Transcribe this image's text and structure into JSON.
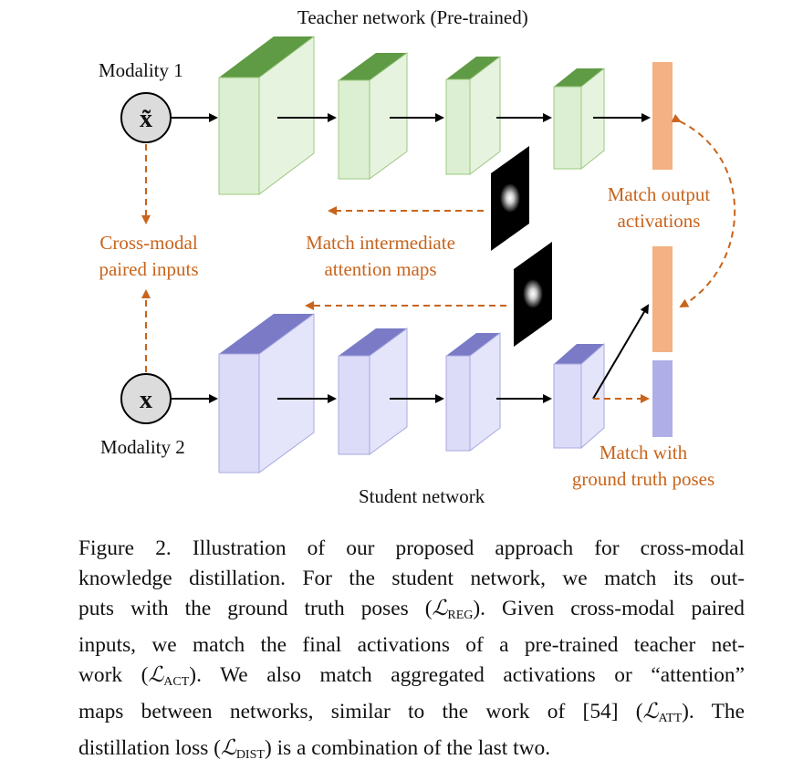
{
  "diagram": {
    "teacher_title": "Teacher network (Pre-trained)",
    "student_title": "Student network",
    "modality1": "Modality 1",
    "modality2": "Modality 2",
    "input_teacher_symbol": "x̃",
    "input_student_symbol": "x",
    "cross_modal": [
      "Cross-modal",
      "paired inputs"
    ],
    "match_intermediate": [
      "Match intermediate",
      "attention maps"
    ],
    "match_output": [
      "Match output",
      "activations"
    ],
    "match_gt": [
      "Match with",
      "ground truth poses"
    ],
    "colors": {
      "teacher_front": "#dcefd2",
      "teacher_top": "#5f9a45",
      "teacher_side": "#9cc87f",
      "student_front": "#dcdcf8",
      "student_top": "#7a7ac6",
      "student_side": "#a8a8e2",
      "output_orange": "#f4b183",
      "output_purple": "#b0aee6",
      "annotation": "#c8641c"
    }
  },
  "caption": {
    "figure_label": "Figure 2.",
    "line1_rest": "Illustration of our proposed approach for cross-modal",
    "line2": "knowledge distillation. For the student network, we match its out-",
    "line3_pre": "puts with the ground truth poses (",
    "line3_post": "). Given cross-modal paired",
    "line4": "inputs, we match the final activations of a pre-trained teacher net-",
    "line5_pre": "work (",
    "line5_post": "). We also match aggregated activations or “attention”",
    "line6_pre": "maps between networks, similar to the work of [54] (",
    "line6_post": "). The",
    "line7_pre": "distillation loss (",
    "line7_post": ") is a combination of the last two.",
    "loss_symbol": "ℒ",
    "sub_reg": "REG",
    "sub_act": "ACT",
    "sub_att": "ATT",
    "sub_dist": "DIST"
  }
}
